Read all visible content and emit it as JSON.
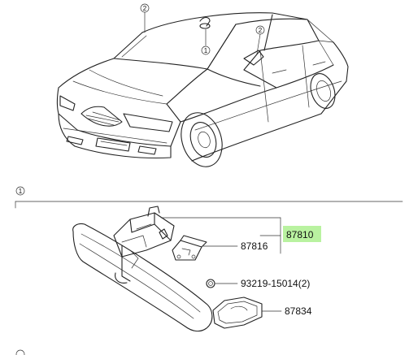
{
  "callouts": {
    "ref_1": "1",
    "ref_2": "2"
  },
  "parts": {
    "assembly": "87810",
    "bracket": "87816",
    "screw": "93219-15014(2)",
    "cover": "87834"
  },
  "colors": {
    "highlight": "#b9f2a0",
    "ink": "#222222"
  }
}
